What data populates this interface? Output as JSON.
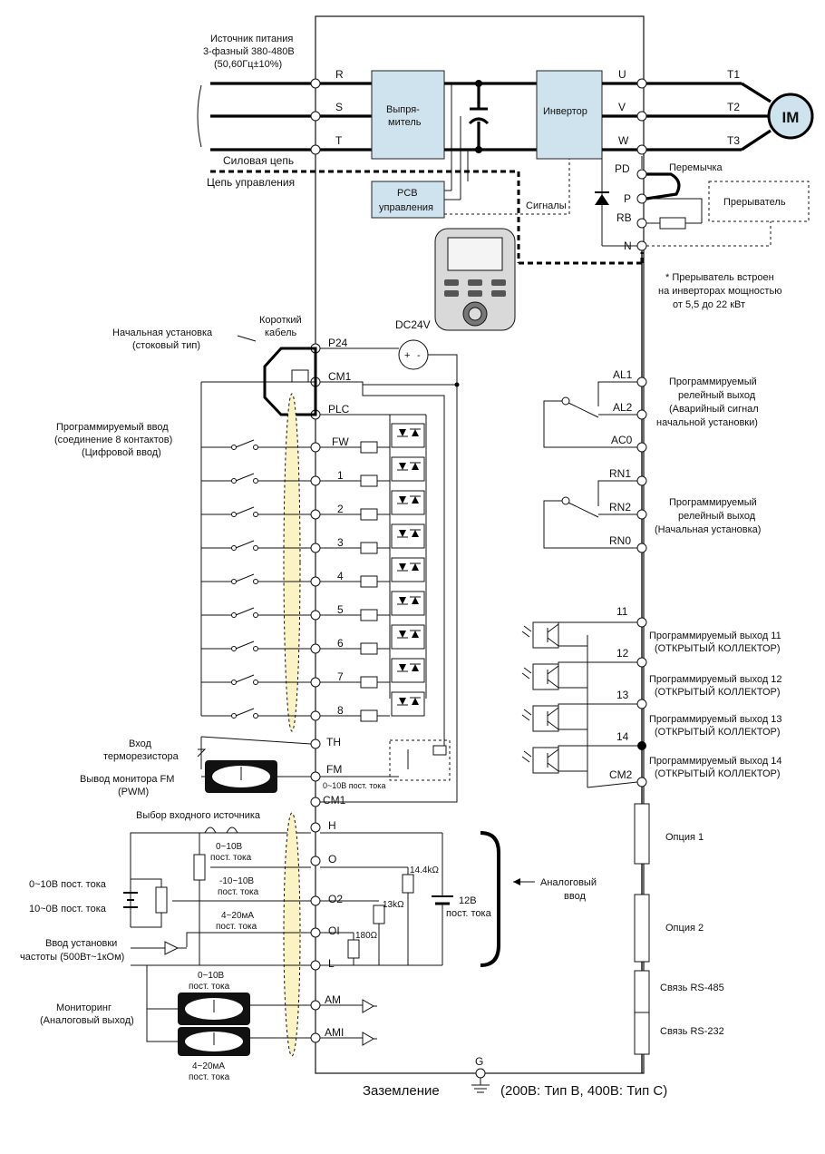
{
  "power": {
    "source_l1": "Источник питания",
    "source_l2": "3-фазный 380-480В",
    "source_l3": "(50,60Гц±10%)",
    "inputs": [
      "R",
      "S",
      "T"
    ],
    "outputs": [
      "U",
      "V",
      "W"
    ],
    "motor_lines": [
      "T1",
      "T2",
      "T3"
    ],
    "motor": "IM",
    "power_circuit": "Силовая цепь",
    "control_circuit": "Цепь управления",
    "rectifier_l1": "Выпря-",
    "rectifier_l2": "митель",
    "inverter": "Инвертор",
    "pcb_l1": "PCB",
    "pcb_l2": "управления",
    "signals": "Сигналы"
  },
  "braking": {
    "terminals": [
      "PD",
      "P",
      "RB",
      "N"
    ],
    "jumper": "Перемычка",
    "chopper": "Прерыватель",
    "note_l1": "* Прерыватель встроен",
    "note_l2": "на инверторах мощностью",
    "note_l3": "от 5,5 до 22 кВт"
  },
  "control": {
    "dc24v": "DC24V",
    "short_cable_l1": "Короткий",
    "short_cable_l2": "кабель",
    "initial_l1": "Начальная установка",
    "initial_l2": "(стоковый тип)",
    "terminals_top": [
      "P24",
      "CM1",
      "PLC"
    ],
    "digital_l1": "Программируемый ввод",
    "digital_l2": "(соединение 8 контактов)",
    "digital_l3": "(Цифровой ввод)",
    "digital_inputs": [
      "FW",
      "1",
      "2",
      "3",
      "4",
      "5",
      "6",
      "7",
      "8"
    ],
    "th": "TH",
    "fm": "FM",
    "cm1_low": "CM1",
    "thermistor_l1": "Вход",
    "thermistor_l2": "терморезистора",
    "fm_monitor_l1": "Вывод монитора FM",
    "fm_monitor_l2": "(PWM)",
    "fm_range": "0~10В пост. тока"
  },
  "analog": {
    "source_select": "Выбор входного источника",
    "terminals": [
      "H",
      "O",
      "O2",
      "OI",
      "L"
    ],
    "o_range_l1": "0~10В",
    "o_range_l2": "пост. тока",
    "o2_range_l1": "-10~10В",
    "o2_range_l2": "пост. тока",
    "oi_range_l1": "4~20мА",
    "oi_range_l2": "пост. тока",
    "r1": "14.4kΩ",
    "r2": "13kΩ",
    "r3": "180Ω",
    "v12_l1": "12В",
    "v12_l2": "пост. тока",
    "analog_in_l1": "Аналоговый",
    "analog_in_l2": "ввод",
    "src1": "0~10В пост. тока",
    "src2": "10~0В пост. тока",
    "freq_l1": "Ввод установки",
    "freq_l2": "частоты (500Вт~1кОм)",
    "am_range_l1": "0~10В",
    "am_range_l2": "пост. тока",
    "ami_range_l1": "4~20мА",
    "ami_range_l2": "пост. тока",
    "monitor_l1": "Мониторинг",
    "monitor_l2": "(Аналоговый выход)",
    "am": "AM",
    "ami": "AMI"
  },
  "relays": {
    "alarm_terms": [
      "AL1",
      "AL2",
      "AC0"
    ],
    "alarm_l1": "Программируемый",
    "alarm_l2": "релейный выход",
    "alarm_l3": "(Аварийный сигнал",
    "alarm_l4": "начальной установки)",
    "rn_terms": [
      "RN1",
      "RN2",
      "RN0"
    ],
    "rn_l1": "Программируемый",
    "rn_l2": "релейный выход",
    "rn_l3": "(Начальная установка)"
  },
  "outputs": {
    "terms": [
      "11",
      "12",
      "13",
      "14",
      "CM2"
    ],
    "labels": [
      "Программируемый выход 11",
      "Программируемый выход 12",
      "Программируемый выход 13",
      "Программируемый выход 14"
    ],
    "oc": "(ОТКРЫТЫЙ КОЛЛЕКТОР)"
  },
  "options": {
    "opt1": "Опция 1",
    "opt2": "Опция 2",
    "rs485": "Связь RS-485",
    "rs232": "Связь RS-232"
  },
  "ground": {
    "g": "G",
    "label": "Заземление",
    "types": "(200В: Тип В, 400В: Тип С)"
  }
}
